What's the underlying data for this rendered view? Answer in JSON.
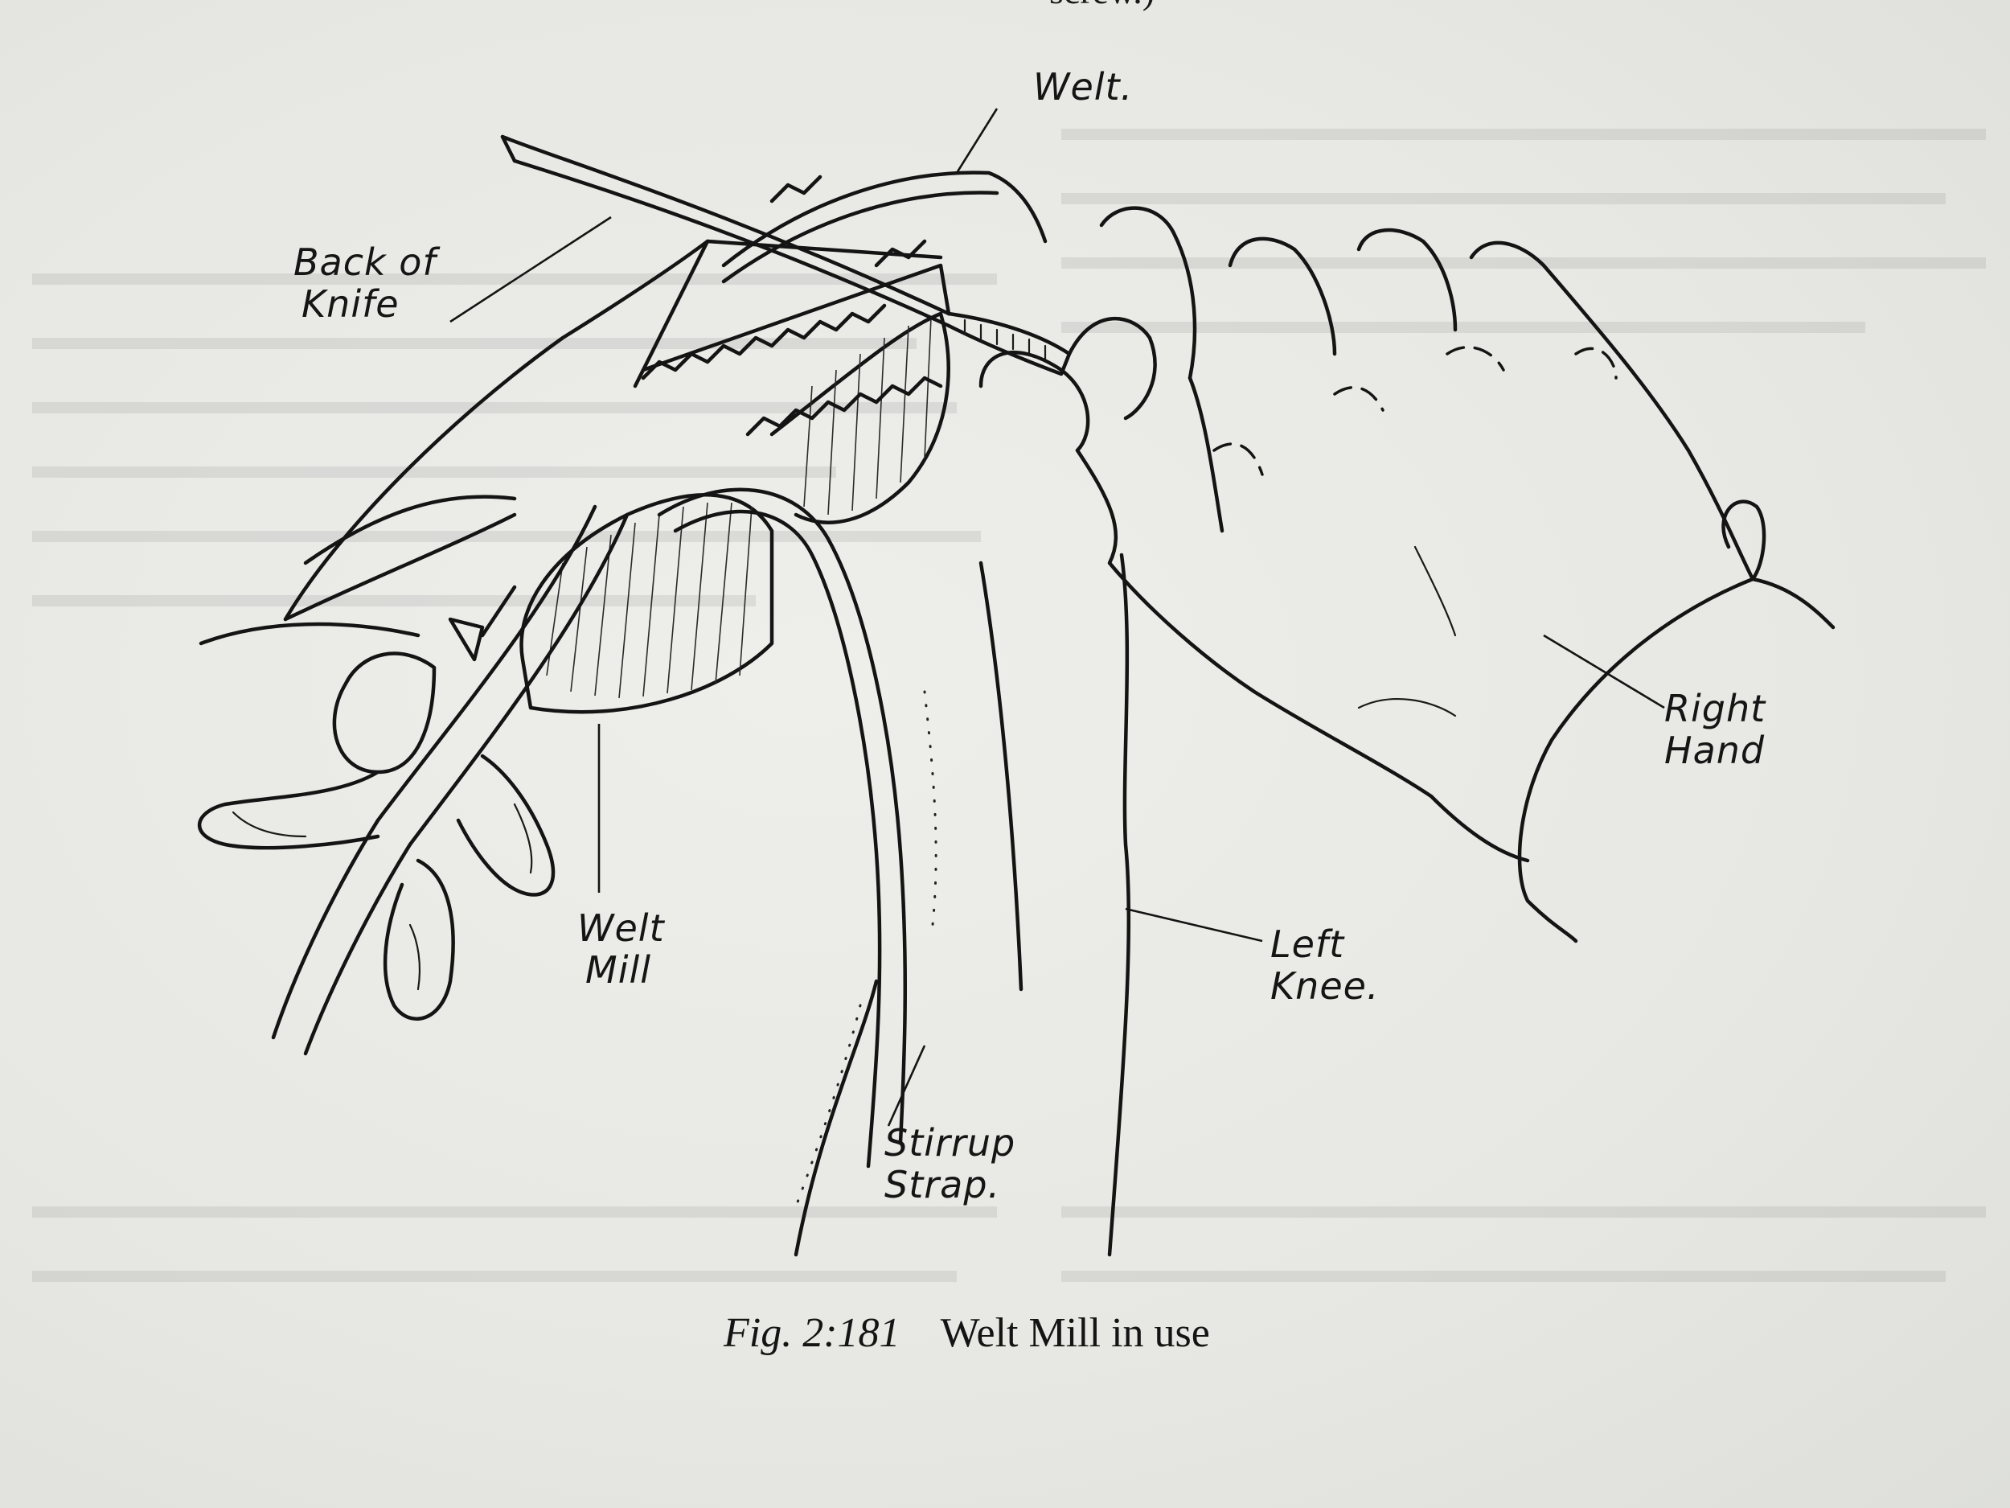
{
  "top_fragment": "screw.)",
  "labels": {
    "welt": "Welt.",
    "back_of_knife": [
      "Back of",
      "Knife"
    ],
    "welt_mill": [
      "Welt",
      "Mill"
    ],
    "stirrup_strap": [
      "Stirrup",
      "Strap."
    ],
    "left_knee": [
      "Left",
      "Knee."
    ],
    "right_hand": [
      "Right",
      "Hand"
    ]
  },
  "caption": {
    "figure_number": "Fig. 2:181",
    "title": "Welt Mill in use"
  }
}
